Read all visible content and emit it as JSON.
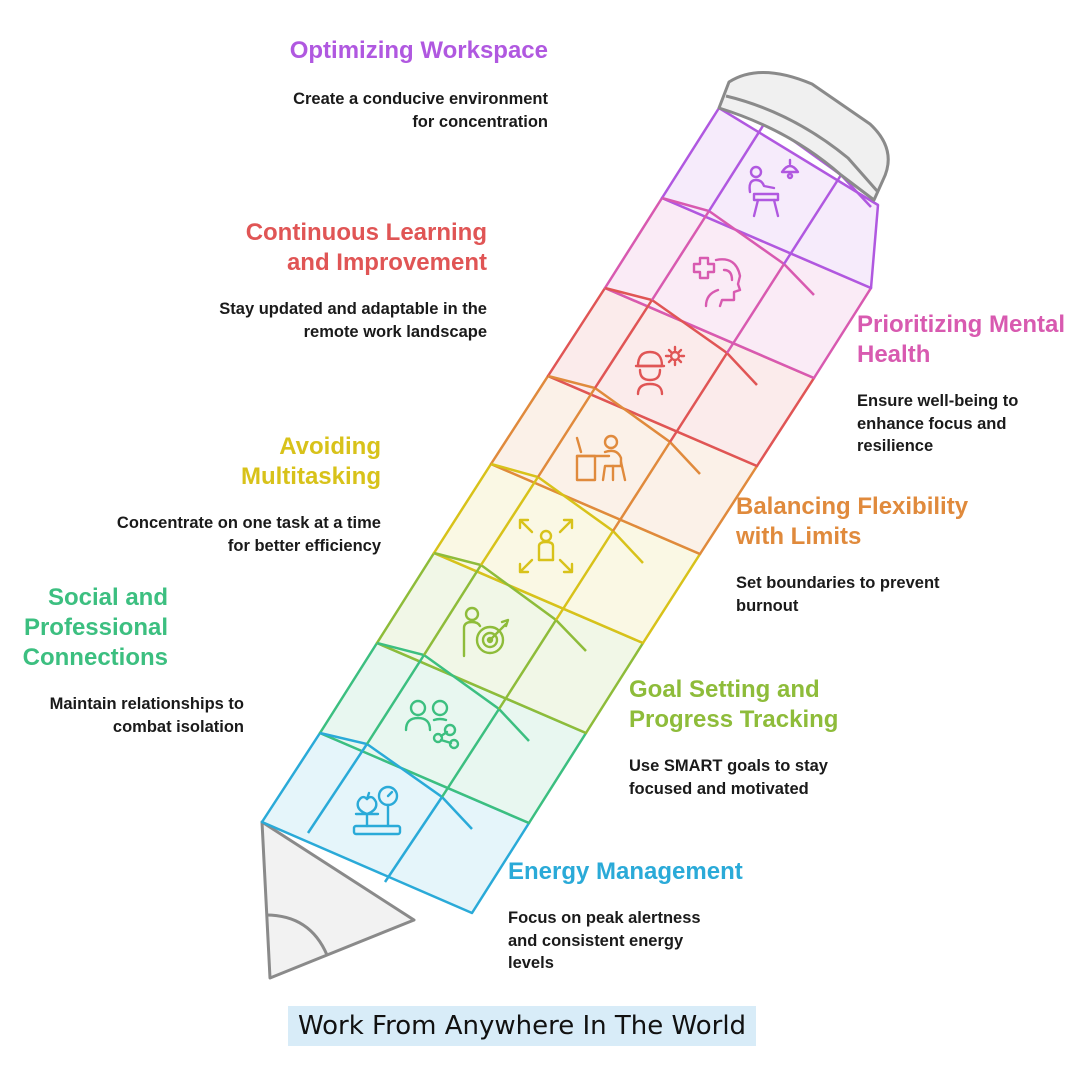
{
  "caption": "Work From Anywhere In The World",
  "colors": {
    "violet": "#b058e0",
    "magenta": "#d85ab0",
    "red": "#e05555",
    "orange": "#e08a3c",
    "yellow": "#d8c21a",
    "lime": "#8ebc3a",
    "green": "#3cbf80",
    "blue": "#2aaad8",
    "pencil_outline": "#8a8a8a",
    "caption_bg": "#d8ecf8"
  },
  "items": [
    {
      "title": "Energy Management",
      "desc": "Focus on peak alertness and consistent energy levels",
      "color": "#2aaad8",
      "icon": "scale-apple-icon"
    },
    {
      "title": "Social and Professional Connections",
      "desc": "Maintain relationships to combat isolation",
      "color": "#3cbf80",
      "icon": "people-network-icon"
    },
    {
      "title": "Goal Setting and Progress Tracking",
      "desc": "Use SMART goals to stay focused and motivated",
      "color": "#8ebc3a",
      "icon": "person-target-icon"
    },
    {
      "title": "Avoiding Multitasking",
      "desc": "Concentrate on one task at a time for better efficiency",
      "color": "#d8c21a",
      "icon": "person-focus-arrows-icon"
    },
    {
      "title": "Balancing Flexibility with Limits",
      "desc": "Set boundaries to prevent burnout",
      "color": "#e08a3c",
      "icon": "person-desk-icon"
    },
    {
      "title": "Continuous Learning and Improvement",
      "desc": "Stay updated and adaptable in the remote work landscape",
      "color": "#e05555",
      "icon": "worker-gear-icon"
    },
    {
      "title": "Prioritizing Mental Health",
      "desc": "Ensure well-being to enhance focus and resilience",
      "color": "#d85ab0",
      "icon": "head-health-icon"
    },
    {
      "title": "Optimizing Workspace",
      "desc": "Create a conducive environment for concentration",
      "color": "#b058e0",
      "icon": "person-lamp-icon"
    }
  ]
}
